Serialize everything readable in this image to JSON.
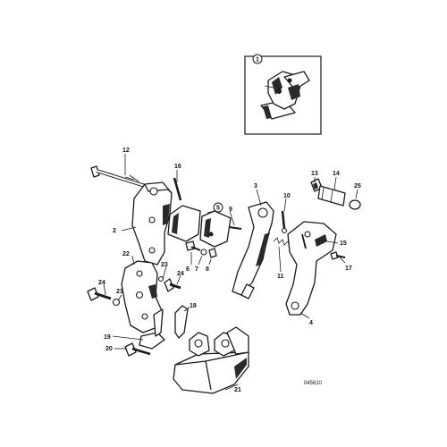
{
  "callouts": {
    "c1": "1",
    "c2": "2",
    "c3": "3",
    "c4": "4",
    "c5": "5",
    "c6": "6",
    "c7": "7",
    "c8": "8",
    "c9": "9",
    "c10": "10",
    "c11": "11",
    "c12": "12",
    "c13": "13",
    "c14": "14",
    "c15": "15",
    "c16": "16",
    "c17": "17",
    "c18": "18",
    "c19": "19",
    "c20": "20",
    "c21": "21",
    "c22": "22",
    "c23a": "23",
    "c23b": "23",
    "c24a": "24",
    "c24b": "24",
    "c25": "25"
  },
  "drawing_ref": "045610",
  "colors": {
    "line": "#1a1a1a",
    "background": "#ffffff"
  }
}
